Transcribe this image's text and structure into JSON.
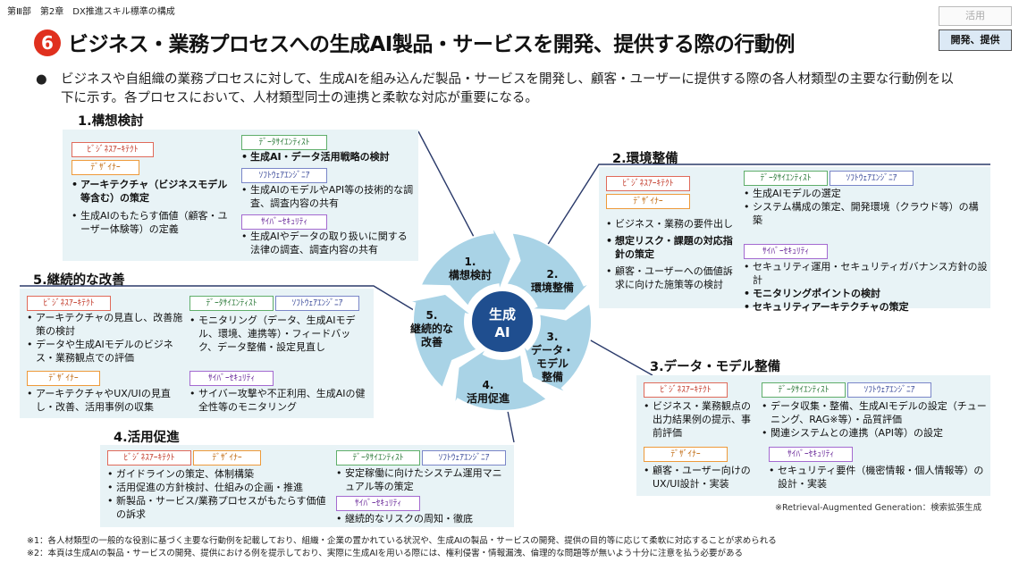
{
  "breadcrumb": "第Ⅲ部　第2章　DX推進スキル標準の構成",
  "badge_number": "6",
  "title": "ビジネス・業務プロセスへの生成AI製品・サービスを開発、提供する際の行動例",
  "chips": {
    "katsuyo": "活用",
    "kaihatsu": "開発、提供"
  },
  "intro": "ビジネスや自組織の業務プロセスに対して、生成AIを組み込んだ製品・サービスを開発し、顧客・ユーザーに提供する際の各人材類型の主要な行動例を以下に示す。各プロセスにおいて、人材類型同士の連携と柔軟な対応が重要になる。",
  "roles": {
    "biz": "ﾋﾞｼﾞﾈｽｱｰｷﾃｸﾄ",
    "des": "ﾃﾞｻﾞｲﾅｰ",
    "data": "ﾃﾞｰﾀｻｲｴﾝﾃｨｽﾄ",
    "sw": "ｿﾌﾄｳｪｱｴﾝｼﾞﾆｱ",
    "cy": "ｻｲﾊﾞｰｾｷｭﾘﾃｨ"
  },
  "center": {
    "line1": "生成",
    "line2": "AI"
  },
  "wheel": [
    {
      "num": "1.",
      "label": "構想検討"
    },
    {
      "num": "2.",
      "label": "環境整備"
    },
    {
      "num": "3.",
      "label": "データ・モデル整備"
    },
    {
      "num": "4.",
      "label": "活用促進"
    },
    {
      "num": "5.",
      "label": "継続的な改善"
    }
  ],
  "sections": {
    "s1": {
      "title": "1.構想検討",
      "left": [
        "アーキテクチャ（ビジネスモデル等含む）の策定",
        "生成AIのもたらす価値（顧客・ユーザー体験等）の定義"
      ],
      "data": [
        "生成AI・データ活用戦略の検討"
      ],
      "sw": [
        "生成AIのモデルやAPI等の技術的な調査、調査内容の共有"
      ],
      "cy": [
        "生成AIやデータの取り扱いに関する法律の調査、調査内容の共有"
      ]
    },
    "s2": {
      "title": "2.環境整備",
      "left": [
        "ビジネス・業務の要件出し",
        "想定リスク・課題の対応指針の策定",
        "顧客・ユーザーへの価値訴求に向けた施策等の検討"
      ],
      "datasw": [
        "生成AIモデルの選定",
        "システム構成の策定、開発環境（クラウド等）の構築"
      ],
      "cy": [
        "セキュリティ運用・セキュリティガバナンス方針の設計",
        "モニタリングポイントの検討",
        "セキュリティアーキテクチャの策定"
      ]
    },
    "s3": {
      "title": "3.データ・モデル整備",
      "biz": [
        "ビジネス・業務観点の出力結果例の提示、事前評価"
      ],
      "datasw": [
        "データ収集・整備、生成AIモデルの設定（チューニング、RAG※等）・品質評価",
        "関連システムとの連携（API等）の設定"
      ],
      "des": [
        "顧客・ユーザー向けのUX/UI設計・実装"
      ],
      "cy": [
        "セキュリティ要件（機密情報・個人情報等）の設計・実装"
      ]
    },
    "s4": {
      "title": "4.活用促進",
      "left": [
        "ガイドラインの策定、体制構築",
        "活用促進の方針検討、仕組みの企画・推進",
        "新製品・サービス/業務プロセスがもたらす価値の訴求"
      ],
      "datasw": [
        "安定稼働に向けたシステム運用マニュアル等の策定"
      ],
      "cy": [
        "継続的なリスクの周知・徹底"
      ]
    },
    "s5": {
      "title": "5.継続的な改善",
      "biz": [
        "アーキテクチャの見直し、改善施策の検討",
        "データや生成AIモデルのビジネス・業務観点での評価"
      ],
      "datasw": [
        "モニタリング（データ、生成AIモデル、環境、連携等）・フィードバック、データ整備・設定見直し"
      ],
      "des": [
        "アーキテクチャやUX/UIの見直し・改善、活用事例の収集"
      ],
      "cy": [
        "サイバー攻撃や不正利用、生成AIの健全性等のモニタリング"
      ]
    }
  },
  "rag_note": "※Retrieval-Augmented Generation：検索拡張生成",
  "footnotes": [
    "※1：各人材類型の一般的な役割に基づく主要な行動例を記載しており、組織・企業の置かれている状況や、生成AIの製品・サービスの開発、提供の目的等に応じて柔軟に対応することが求められる",
    "※2：本頁は生成AIの製品・サービスの開発、提供における例を提示しており、実際に生成AIを用いる際には、権利侵害・情報漏洩、倫理的な問題等が無いよう十分に注意を払う必要がある"
  ],
  "colors": {
    "accent_red": "#e0301e",
    "panel": "#e8f3f6",
    "arrow": "#a9d3e6",
    "center": "#1f4e8f",
    "connector": "#2a3a6a"
  }
}
